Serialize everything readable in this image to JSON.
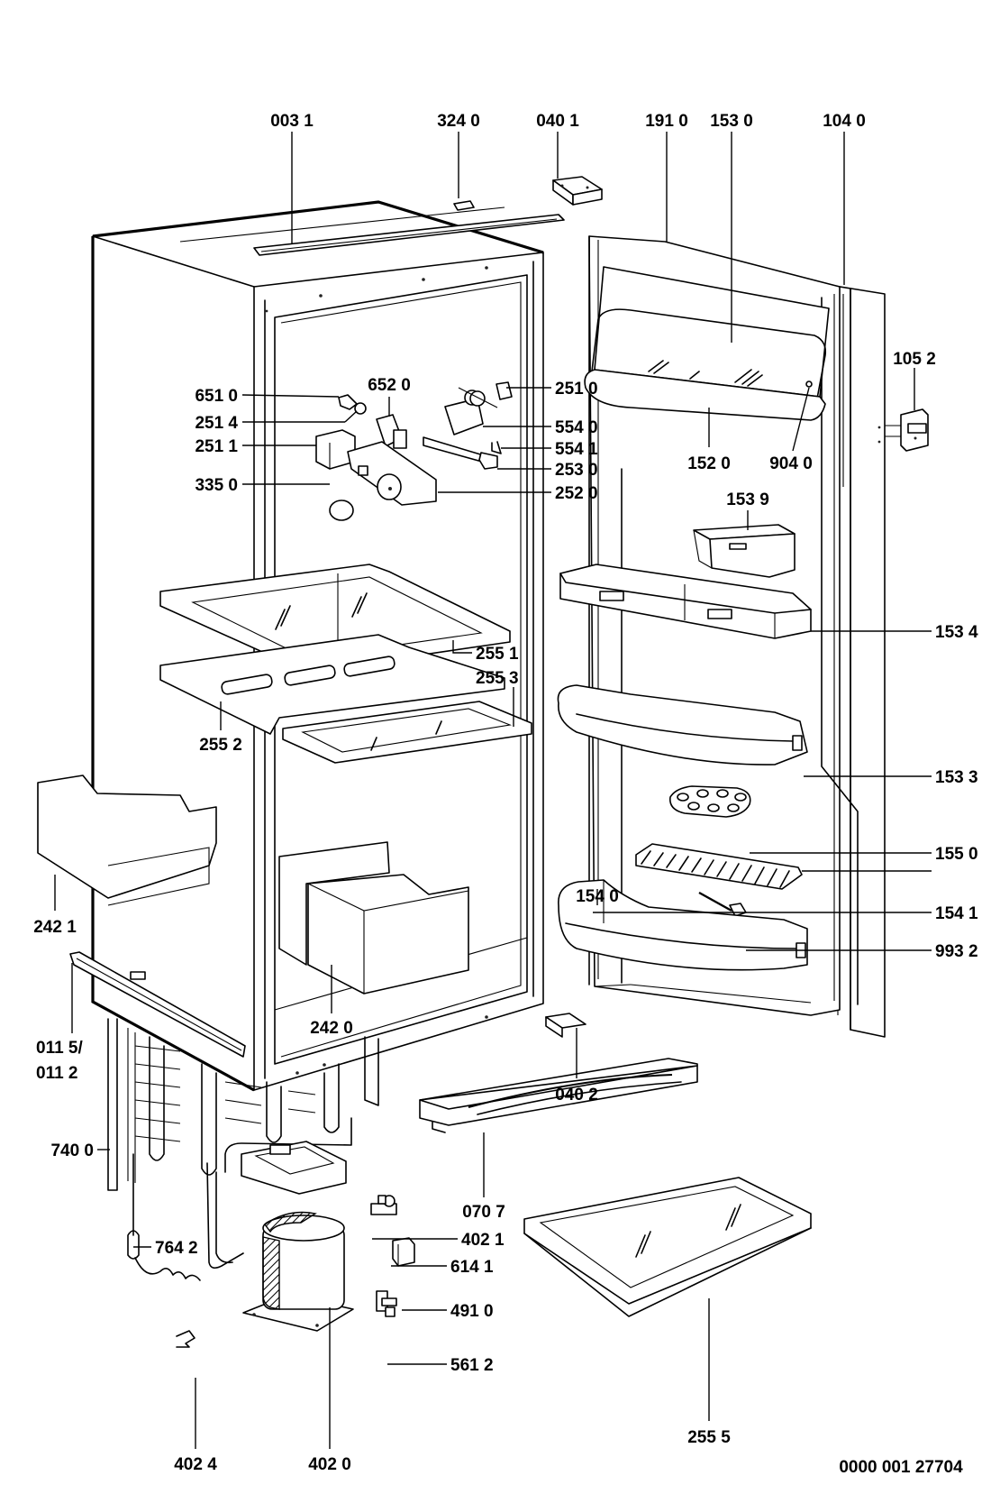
{
  "diagram": {
    "title": "Refrigerator exploded parts view",
    "drawing_number": "0000 001 27704",
    "parts": {
      "p0031": "003 1",
      "p3240": "324 0",
      "p0401": "040 1",
      "p1910": "191 0",
      "p1530": "153 0",
      "p1040": "104 0",
      "p1052": "105 2",
      "p6510": "651 0",
      "p6520": "652 0",
      "p2514": "251 4",
      "p2511": "251 1",
      "p3350": "335 0",
      "p2510": "251 0",
      "p5540": "554 0",
      "p5541": "554 1",
      "p2530": "253 0",
      "p2520": "252 0",
      "p1520": "152 0",
      "p9040": "904 0",
      "p1539": "153 9",
      "p1534": "153 4",
      "p2551": "255 1",
      "p2553": "255 3",
      "p2552": "255 2",
      "p1533": "153 3",
      "p1550": "155 0",
      "p1540": "154 0",
      "p1541": "154 1",
      "p9932": "993 2",
      "p2421": "242 1",
      "p2420": "242 0",
      "p0115": "011 5/",
      "p0112": "011 2",
      "p0402": "040 2",
      "p7400": "740 0",
      "p0707": "070 7",
      "p4021": "402 1",
      "p7642": "764 2",
      "p6141": "614 1",
      "p4910": "491 0",
      "p5612": "561 2",
      "p4024": "402 4",
      "p4020": "402 0",
      "p2555": "255 5"
    }
  }
}
